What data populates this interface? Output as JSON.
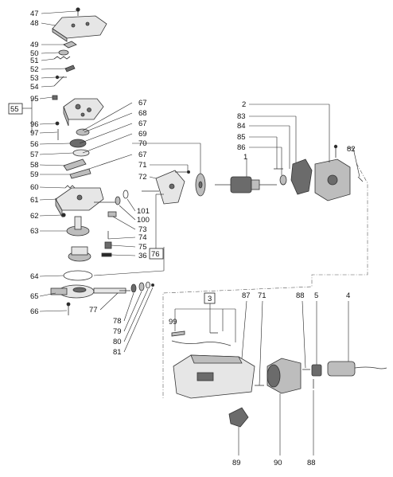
{
  "labels": {
    "l47": "47",
    "l48": "48",
    "l49": "49",
    "l50": "50",
    "l51": "51",
    "l52": "52",
    "l53": "53",
    "l54": "54",
    "l55": "55",
    "l95": "95",
    "l96": "96",
    "l97": "97",
    "l56": "56",
    "l57": "57",
    "l58": "58",
    "l59": "59",
    "l60": "60",
    "l61": "61",
    "l62": "62",
    "l63": "63",
    "l64": "64",
    "l65": "65",
    "l66": "66",
    "l67a": "67",
    "l68": "68",
    "l67b": "67",
    "l69": "69",
    "l70": "70",
    "l67c": "67",
    "l71a": "71",
    "l72": "72",
    "l101": "101",
    "l100": "100",
    "l73": "73",
    "l74": "74",
    "l75": "75",
    "l36": "36",
    "l76": "76",
    "l77": "77",
    "l78": "78",
    "l79": "79",
    "l80": "80",
    "l81": "81",
    "l2": "2",
    "l83": "83",
    "l84": "84",
    "l85": "85",
    "l86": "86",
    "l1": "1",
    "l82": "82",
    "l3": "3",
    "l99": "99",
    "l87": "87",
    "l71b": "71",
    "l88a": "88",
    "l5": "5",
    "l4": "4",
    "l89": "89",
    "l90": "90",
    "l88b": "88"
  }
}
